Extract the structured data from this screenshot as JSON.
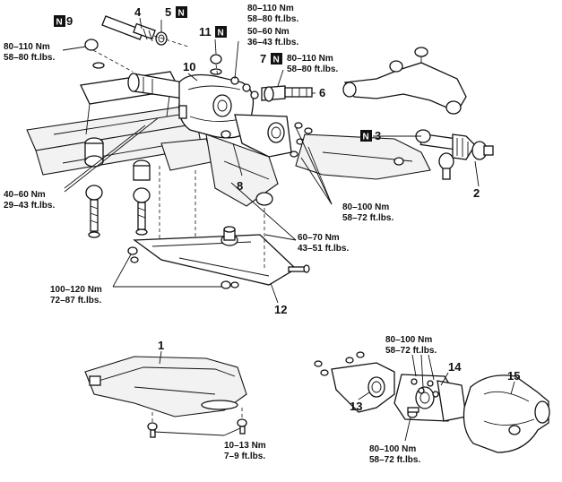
{
  "part_numbers": {
    "p1": "1",
    "p2": "2",
    "p3": "3",
    "p4": "4",
    "p5": "5",
    "p6": "6",
    "p7": "7",
    "p8": "8",
    "p9": "9",
    "p10": "10",
    "p11": "11",
    "p12": "12",
    "p13": "13",
    "p14": "14",
    "p15": "15"
  },
  "new_part_marker": "N",
  "torque_specs": {
    "t_9_line1": "80–110 Nm",
    "t_9_line2": "58–80 ft.lbs.",
    "t_11a_line1": "80–110 Nm",
    "t_11a_line2": "58–80 ft.lbs.",
    "t_11b_line1": "50–60 Nm",
    "t_11b_line2": "36–43 ft.lbs.",
    "t_7_line1": "80–110 Nm",
    "t_7_line2": "58–80 ft.lbs.",
    "t_left_line1": "40–60 Nm",
    "t_left_line2": "29–43 ft.lbs.",
    "t_mid_line1": "80–100 Nm",
    "t_mid_line2": "58–72 ft.lbs.",
    "t_6070_line1": "60–70 Nm",
    "t_6070_line2": "43–51 ft.lbs.",
    "t_100_line1": "100–120 Nm",
    "t_100_line2": "72–87 ft.lbs.",
    "t_1013_line1": "10–13 Nm",
    "t_1013_line2": "7–9 ft.lbs.",
    "t_bt_line1": "80–100 Nm",
    "t_bt_line2": "58–72 ft.lbs.",
    "t_bb_line1": "80–100 Nm",
    "t_bb_line2": "58–72 ft.lbs."
  },
  "colors": {
    "ink": "#111111",
    "paper": "#ffffff"
  }
}
